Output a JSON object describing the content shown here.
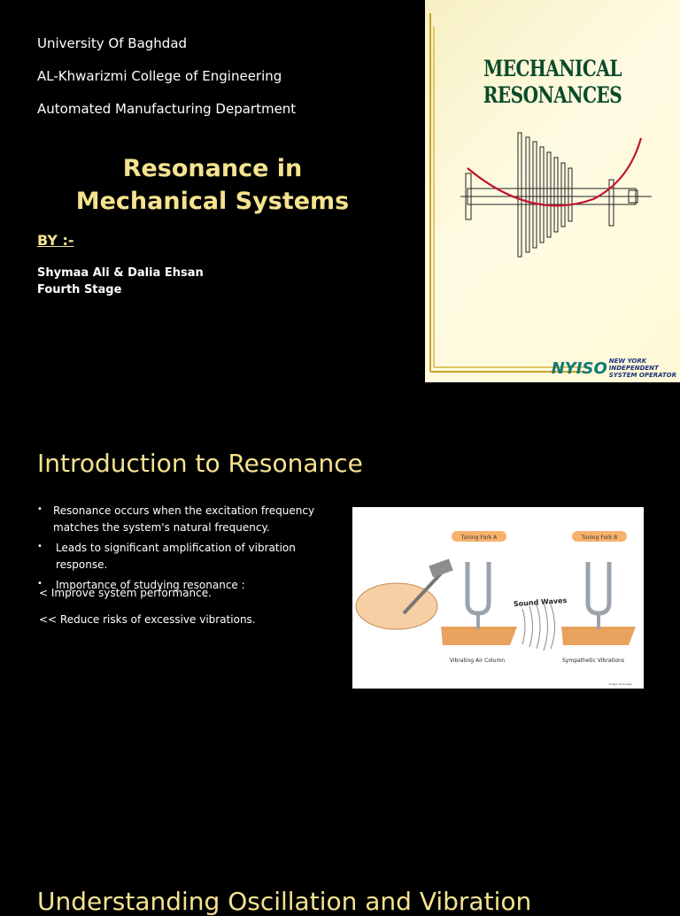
{
  "slide1": {
    "institution": [
      "University Of Baghdad",
      "AL-Khwarizmi College of Engineering",
      "Automated Manufacturing Department"
    ],
    "title_line1": "Resonance in",
    "title_line2": "Mechanical Systems",
    "by_label": "BY :-",
    "authors": "Shymaa Ali & Dalia Ehsan",
    "stage": "Fourth Stage",
    "cover_image": {
      "heading": "MECHANICAL RESONANCES",
      "logo_mark": "NYISO",
      "logo_line1": "NEW YORK",
      "logo_line2": "INDEPENDENT",
      "logo_line3": "SYSTEM OPERATOR"
    }
  },
  "slide2": {
    "title": "Introduction to Resonance",
    "bullets": [
      "Resonance occurs when the excitation frequency matches the system's natural frequency.",
      "Leads to significant amplification of vibration response.",
      "Importance of studying resonance :"
    ],
    "sub_points": [
      "< Improve system performance.",
      "<< Reduce risks of excessive vibrations."
    ],
    "diagram": {
      "fork_a_label": "Tuning Fork A",
      "fork_b_label": "Tuning Fork B",
      "waves_label": "Sound Waves",
      "left_caption": "Vibrating Air Column",
      "right_caption": "Sympathetic Vibrations",
      "credit": "Image via Google"
    }
  },
  "slide3": {
    "title": "Understanding Oscillation and Vibration"
  }
}
